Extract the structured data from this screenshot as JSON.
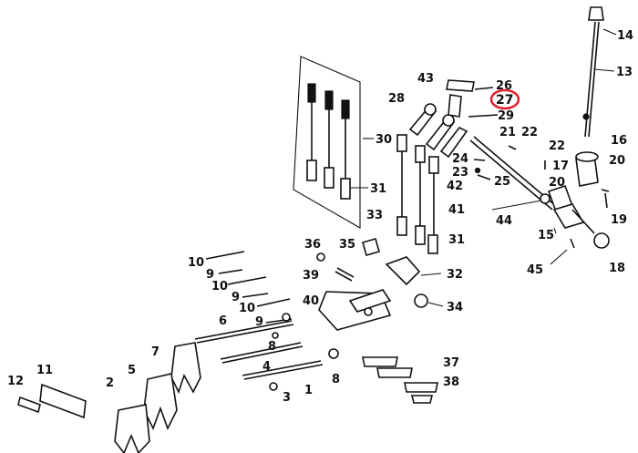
{
  "diagram": {
    "highlight_color": "#e0202a",
    "highlighted_label": "27",
    "callouts": [
      {
        "id": "14",
        "text": "14"
      },
      {
        "id": "13",
        "text": "13"
      },
      {
        "id": "43",
        "text": "43"
      },
      {
        "id": "26",
        "text": "26"
      },
      {
        "id": "27",
        "text": "27"
      },
      {
        "id": "28",
        "text": "28"
      },
      {
        "id": "29",
        "text": "29"
      },
      {
        "id": "30",
        "text": "30"
      },
      {
        "id": "31a",
        "text": "31"
      },
      {
        "id": "21",
        "text": "21"
      },
      {
        "id": "22a",
        "text": "22"
      },
      {
        "id": "22b",
        "text": "22"
      },
      {
        "id": "16",
        "text": "16"
      },
      {
        "id": "24",
        "text": "24"
      },
      {
        "id": "23",
        "text": "23"
      },
      {
        "id": "25",
        "text": "25"
      },
      {
        "id": "17",
        "text": "17"
      },
      {
        "id": "20a",
        "text": "20"
      },
      {
        "id": "20b",
        "text": "20"
      },
      {
        "id": "42",
        "text": "42"
      },
      {
        "id": "41",
        "text": "41"
      },
      {
        "id": "19",
        "text": "19"
      },
      {
        "id": "44",
        "text": "44"
      },
      {
        "id": "15",
        "text": "15"
      },
      {
        "id": "33",
        "text": "33"
      },
      {
        "id": "31b",
        "text": "31"
      },
      {
        "id": "36",
        "text": "36"
      },
      {
        "id": "35",
        "text": "35"
      },
      {
        "id": "18",
        "text": "18"
      },
      {
        "id": "45",
        "text": "45"
      },
      {
        "id": "10a",
        "text": "10"
      },
      {
        "id": "9a",
        "text": "9"
      },
      {
        "id": "10b",
        "text": "10"
      },
      {
        "id": "9b",
        "text": "9"
      },
      {
        "id": "10c",
        "text": "10"
      },
      {
        "id": "9c",
        "text": "9"
      },
      {
        "id": "39",
        "text": "39"
      },
      {
        "id": "32",
        "text": "32"
      },
      {
        "id": "34",
        "text": "34"
      },
      {
        "id": "40",
        "text": "40"
      },
      {
        "id": "6",
        "text": "6"
      },
      {
        "id": "8a",
        "text": "8"
      },
      {
        "id": "7",
        "text": "7"
      },
      {
        "id": "5",
        "text": "5"
      },
      {
        "id": "4",
        "text": "4"
      },
      {
        "id": "8b",
        "text": "8"
      },
      {
        "id": "37",
        "text": "37"
      },
      {
        "id": "38",
        "text": "38"
      },
      {
        "id": "12",
        "text": "12"
      },
      {
        "id": "11",
        "text": "11"
      },
      {
        "id": "2",
        "text": "2"
      },
      {
        "id": "3",
        "text": "3"
      },
      {
        "id": "1",
        "text": "1"
      }
    ]
  }
}
